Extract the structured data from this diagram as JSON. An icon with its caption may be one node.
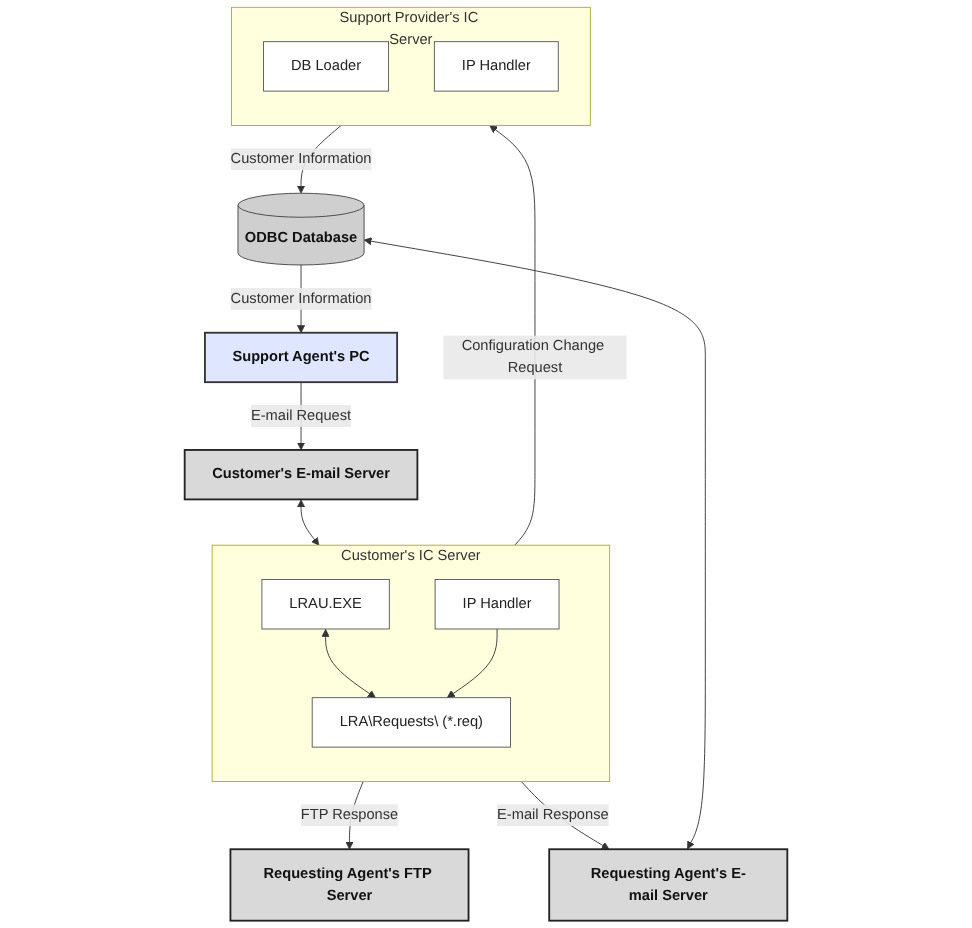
{
  "diagram": {
    "nodes": [
      {
        "text": [
          "Support Agent's PC"
        ]
      },
      {
        "text": [
          "Customer's E-mail Server"
        ]
      },
      {
        "text": [
          "Customer's IC Server"
        ]
      },
      {
        "text": [
          "LRAU.EXE"
        ],
        "in": 2
      },
      {
        "text": [
          "IP Handler"
        ],
        "in": 2
      },
      {
        "text": [
          "LRA\\Requests\\ (*.req)"
        ],
        "in": 2
      },
      {
        "text": [
          "Requesting Agent's FTP Server"
        ]
      },
      {
        "text": [
          "Requesting Agent's E-mail Server"
        ]
      },
      {
        "text": [
          "Support Provider's IC Server"
        ]
      },
      {
        "text": [
          "DB Loader"
        ],
        "in": 8
      },
      {
        "text": [
          "IP Handler"
        ],
        "in": 8
      },
      {
        "text": [
          "ODBC Database"
        ]
      }
    ],
    "edges": [
      {
        "from": 0,
        "to": 1,
        "arrow": "to",
        "label": "E-mail Request"
      },
      {
        "from": 1,
        "to": 2,
        "arrow": "both"
      },
      {
        "from": 2,
        "to": 6,
        "arrow": "to",
        "label": "FTP Response"
      },
      {
        "from": 2,
        "to": 7,
        "arrow": "to",
        "label": "E-mail Response"
      },
      {
        "from": 3,
        "to": 5,
        "arrow": "both"
      },
      {
        "from": 4,
        "to": 5,
        "arrow": "to"
      },
      {
        "from": 2,
        "to": 8,
        "arrow": "to",
        "label": "Configuration Change Request"
      },
      {
        "from": 8,
        "to": 11,
        "arrow": "to",
        "label": "Customer Information"
      },
      {
        "from": 7,
        "to": 11,
        "arrow": "both"
      },
      {
        "from": 11,
        "to": 0,
        "arrow": "to",
        "label": "Customer Information"
      }
    ]
  }
}
